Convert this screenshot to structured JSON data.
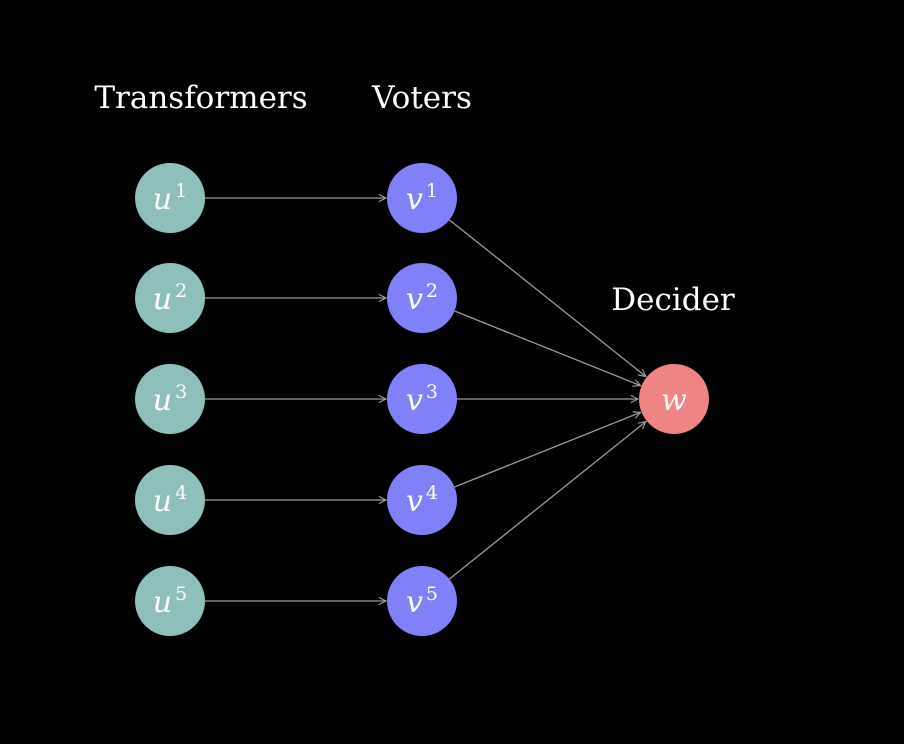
{
  "headers": {
    "transformers": "Transformers",
    "voters": "Voters",
    "decider": "Decider"
  },
  "colors": {
    "background": "#000000",
    "transformer_fill": "#8fbfba",
    "voter_fill": "#8080f8",
    "decider_fill": "#ef8484",
    "edge": "#9a9a9a",
    "text": "#ffffff"
  },
  "transformers": [
    {
      "symbol": "u",
      "index": "1"
    },
    {
      "symbol": "u",
      "index": "2"
    },
    {
      "symbol": "u",
      "index": "3"
    },
    {
      "symbol": "u",
      "index": "4"
    },
    {
      "symbol": "u",
      "index": "5"
    }
  ],
  "voters": [
    {
      "symbol": "v",
      "index": "1"
    },
    {
      "symbol": "v",
      "index": "2"
    },
    {
      "symbol": "v",
      "index": "3"
    },
    {
      "symbol": "v",
      "index": "4"
    },
    {
      "symbol": "v",
      "index": "5"
    }
  ],
  "decider": {
    "symbol": "w"
  }
}
